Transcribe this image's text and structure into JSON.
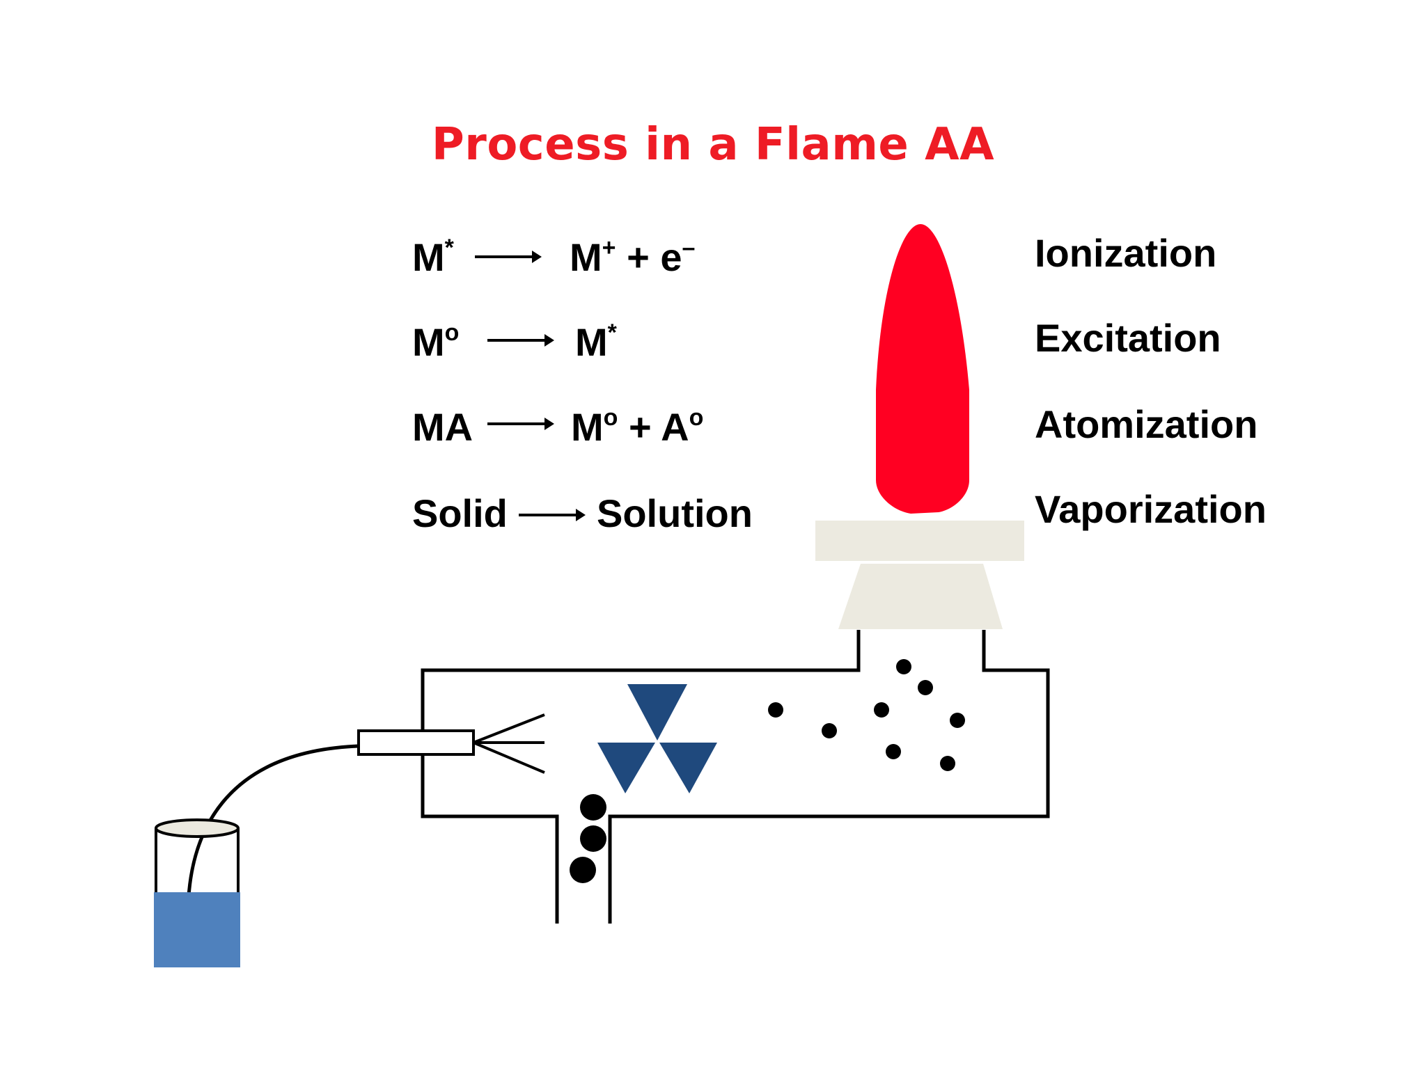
{
  "title": "Process in a Flame AA",
  "equations": [
    {
      "reactant": "M",
      "reactant_sup": "*",
      "product": "M",
      "product_sup": "+",
      "product_rest": " + e",
      "product_rest_sup": "–"
    },
    {
      "reactant": "M",
      "reactant_sup": "o",
      "product": "M",
      "product_sup": "*"
    },
    {
      "reactant": "MA",
      "product": "M",
      "product_sup": "o",
      "product_rest": " + A",
      "product_rest_sup": "o"
    },
    {
      "reactant": "Solid",
      "product": "Solution"
    }
  ],
  "stages": [
    "Ionization",
    "Excitation",
    "Atomization",
    "Vaporization"
  ],
  "colors": {
    "title": "#ee1c25",
    "flame": "#ff0022",
    "burner": "#eceae0",
    "solution": "#4f81bd",
    "spoiler": "#1f497d"
  }
}
